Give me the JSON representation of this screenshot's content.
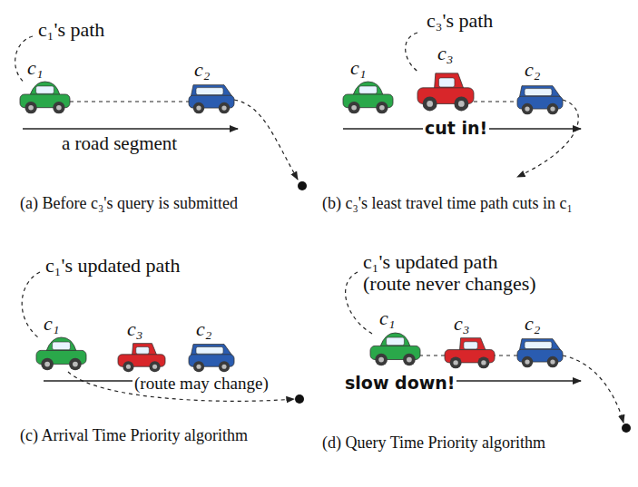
{
  "diagram": {
    "labels": [
      "c₁'s path",
      "c₁",
      "c₂",
      "a road segment",
      "(a) Before c₃'s query is submitted",
      "c₃'s path",
      "c₁",
      "c₃",
      "c₂",
      "cut in!",
      "(b) c₃'s least travel time path cuts in c₁",
      "c₁'s updated path",
      "c₁",
      "c₃",
      "c₂",
      "(route may change)",
      "(c) Arrival Time Priority algorithm",
      "c₁'s updated path",
      "(route never changes)",
      "c₁",
      "c₃",
      "c₂",
      "slow down!",
      "(d) Query Time Priority algorithm"
    ]
  }
}
